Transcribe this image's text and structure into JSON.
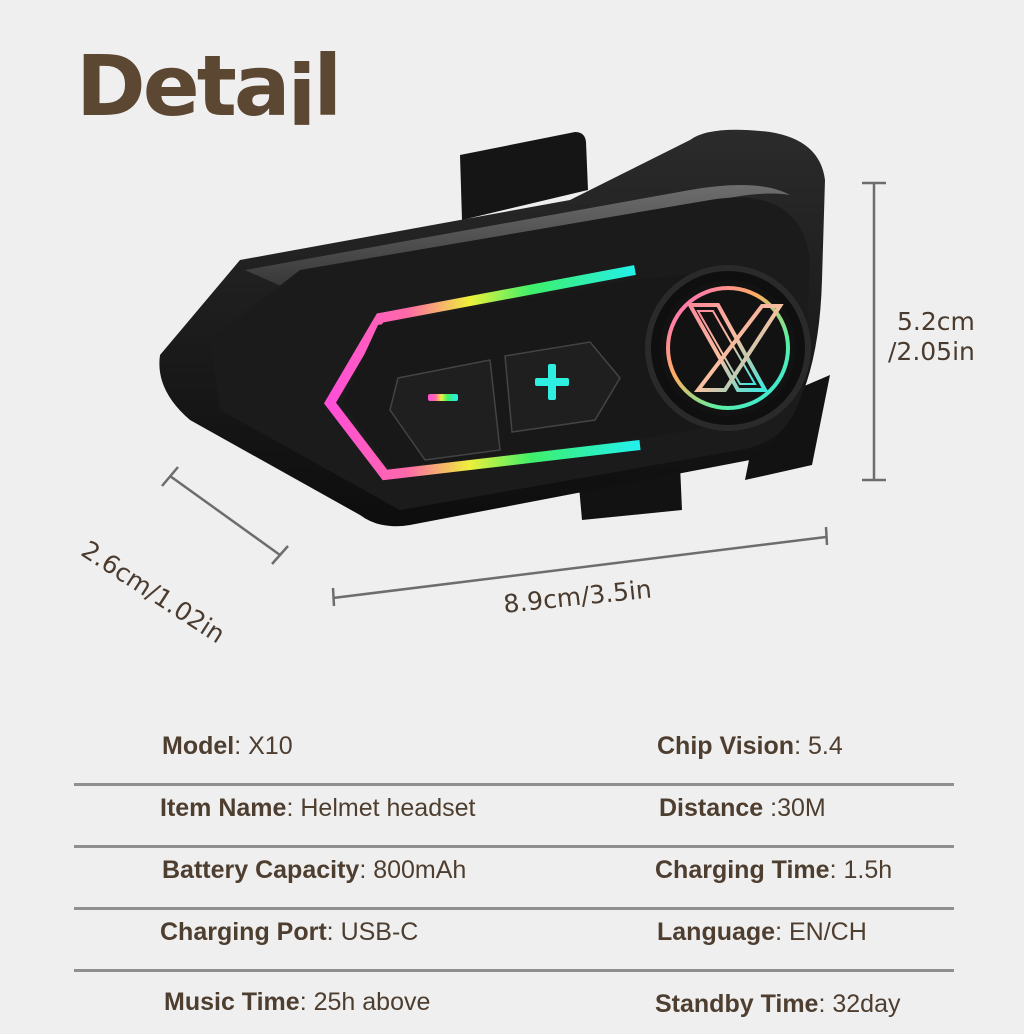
{
  "header": {
    "title_prefix": "Deta",
    "title_i": "i",
    "title_suffix": "l"
  },
  "product": {
    "image_alt": "Motorcycle helmet Bluetooth headset intercom with RGB light strip, minus button, plus button and X logo multifunction button",
    "buttons": {
      "minus": "−",
      "plus": "+",
      "main_logo": "X"
    },
    "colors": {
      "body": "#141414",
      "rgb_pink": "#ff4fd8",
      "rgb_yellow": "#e8f23a",
      "rgb_green": "#36f06a",
      "rgb_cyan": "#22f0f0"
    }
  },
  "dimensions": {
    "height_cm": "5.2cm",
    "height_in": "/2.05in",
    "depth": "2.6cm/1.02in",
    "width": "8.9cm/3.5in"
  },
  "specs": {
    "rows": [
      {
        "left": {
          "key": "Model",
          "sep": ": ",
          "value": "X10"
        },
        "right": {
          "key": "Chip Vision",
          "sep": ": ",
          "value": "5.4"
        }
      },
      {
        "left": {
          "key": "Item Name",
          "sep": ": ",
          "value": "Helmet headset"
        },
        "right": {
          "key": "Distance",
          "sep": " :",
          "value": "30M"
        }
      },
      {
        "left": {
          "key": "Battery Capacity",
          "sep": ": ",
          "value": "800mAh"
        },
        "right": {
          "key": "Charging Time",
          "sep": ": ",
          "value": "1.5h"
        }
      },
      {
        "left": {
          "key": "Charging Port",
          "sep": ": ",
          "value": "USB-C"
        },
        "right": {
          "key": "Language",
          "sep": ": ",
          "value": "EN/CH"
        }
      },
      {
        "left": {
          "key": "Music Time",
          "sep": ": ",
          "value": "25h above"
        },
        "right": {
          "key": "Standby Time",
          "sep": ": ",
          "value": "32day"
        }
      }
    ]
  }
}
